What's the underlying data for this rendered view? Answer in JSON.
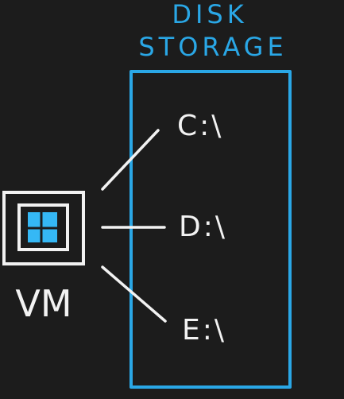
{
  "title": {
    "line1": "DISK",
    "line2": "STORAGE"
  },
  "vm": {
    "label": "VM",
    "icon": "windows-logo-icon"
  },
  "drives": [
    {
      "label": "C:\\"
    },
    {
      "label": "D:\\"
    },
    {
      "label": "E:\\"
    }
  ],
  "colors": {
    "background": "#1c1c1c",
    "accent": "#2aa7e6",
    "foreground": "#f2f2f2",
    "windows_blue": "#35b8f5"
  }
}
